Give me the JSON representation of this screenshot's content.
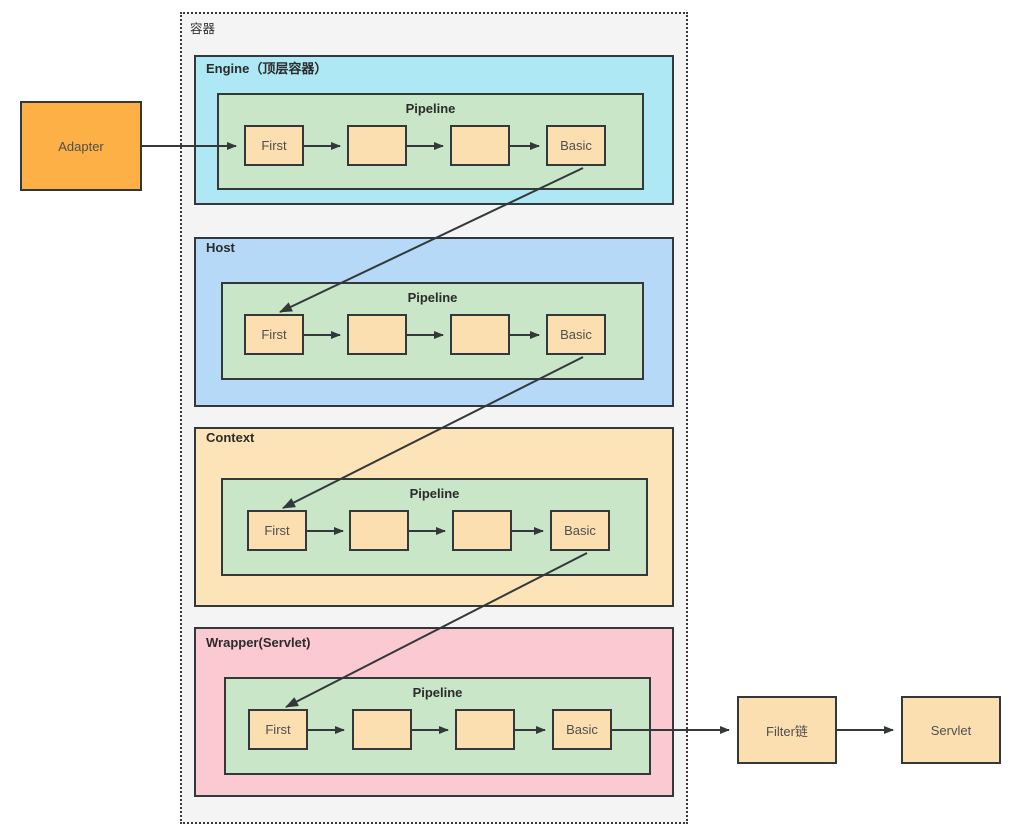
{
  "container": {
    "label": "容器",
    "bg": "#f4f4f4",
    "border": "#3a3a3a"
  },
  "external": {
    "adapter": {
      "label": "Adapter",
      "color": "#fcb045"
    },
    "filter_chain": {
      "label": "Filter链",
      "color": "#fcdfb0"
    },
    "servlet": {
      "label": "Servlet",
      "color": "#fcdfb0"
    }
  },
  "pipeline_label": "Pipeline",
  "valve_labels": {
    "first": "First",
    "basic": "Basic",
    "blank": ""
  },
  "levels": [
    {
      "id": "engine",
      "label": "Engine（顶层容器）",
      "color": "#ade8f4",
      "pipeline": {
        "label": "Pipeline",
        "valves": [
          "First",
          "",
          "",
          "Basic"
        ]
      }
    },
    {
      "id": "host",
      "label": "Host",
      "color": "#b5d9f7",
      "pipeline": {
        "label": "Pipeline",
        "valves": [
          "First",
          "",
          "",
          "Basic"
        ]
      }
    },
    {
      "id": "context",
      "label": "Context",
      "color": "#fce3b8",
      "pipeline": {
        "label": "Pipeline",
        "valves": [
          "First",
          "",
          "",
          "Basic"
        ]
      }
    },
    {
      "id": "wrapper",
      "label": "Wrapper(Servlet)",
      "color": "#fbc9d1",
      "pipeline": {
        "label": "Pipeline",
        "valves": [
          "First",
          "",
          "",
          "Basic"
        ]
      }
    }
  ],
  "colors": {
    "pipeline_bg": "#c9e6c8",
    "valve_bg": "#fcdfb0",
    "stroke": "#33393b",
    "text": "#4f4f4f"
  }
}
